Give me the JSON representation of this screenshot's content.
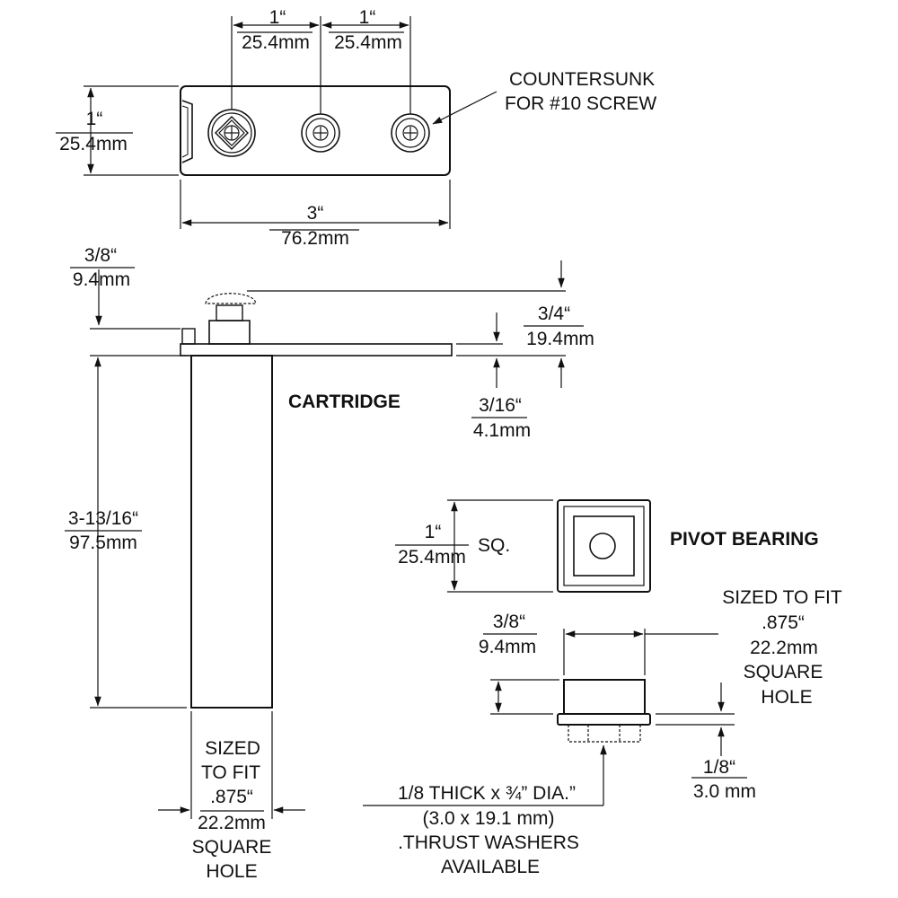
{
  "colors": {
    "ink": "#111111",
    "background": "#ffffff"
  },
  "plate": {
    "dim_hole1_in": "1“",
    "dim_hole1_mm": "25.4mm",
    "dim_hole2_in": "1“",
    "dim_hole2_mm": "25.4mm",
    "dim_height_in": "1“",
    "dim_height_mm": "25.4mm",
    "dim_length_in": "3“",
    "dim_length_mm": "76.2mm",
    "countersunk_line1": "COUNTERSUNK",
    "countersunk_line2": "FOR #10 SCREW"
  },
  "cartridge": {
    "title": "CARTRIDGE",
    "dim_top_in": "3/8“",
    "dim_top_mm": "9.4mm",
    "dim_flange_in": "3/4“",
    "dim_flange_mm": "19.4mm",
    "dim_thick_in": "3/16“",
    "dim_thick_mm": "4.1mm",
    "dim_body_in": "3-13/16“",
    "dim_body_mm": "97.5mm",
    "fit_lines": [
      "SIZED",
      "TO FIT",
      ".875“",
      "22.2mm",
      "SQUARE",
      "HOLE"
    ]
  },
  "pivot": {
    "title": "PIVOT BEARING",
    "dim_sq_in": "1“",
    "dim_sq_mm": "25.4mm",
    "sq_label": "SQ.",
    "dim_width_in": "3/8“",
    "dim_width_mm": "9.4mm",
    "fit_lines": [
      "SIZED TO FIT",
      ".875“",
      "22.2mm",
      "SQUARE",
      "HOLE"
    ],
    "dim_washer_in": "1/8“",
    "dim_washer_mm": "3.0 mm",
    "washer_lines": [
      "1/8 THICK x ¾”  DIA.”",
      "(3.0 x 19.1 mm)",
      ".THRUST WASHERS",
      "AVAILABLE"
    ]
  }
}
